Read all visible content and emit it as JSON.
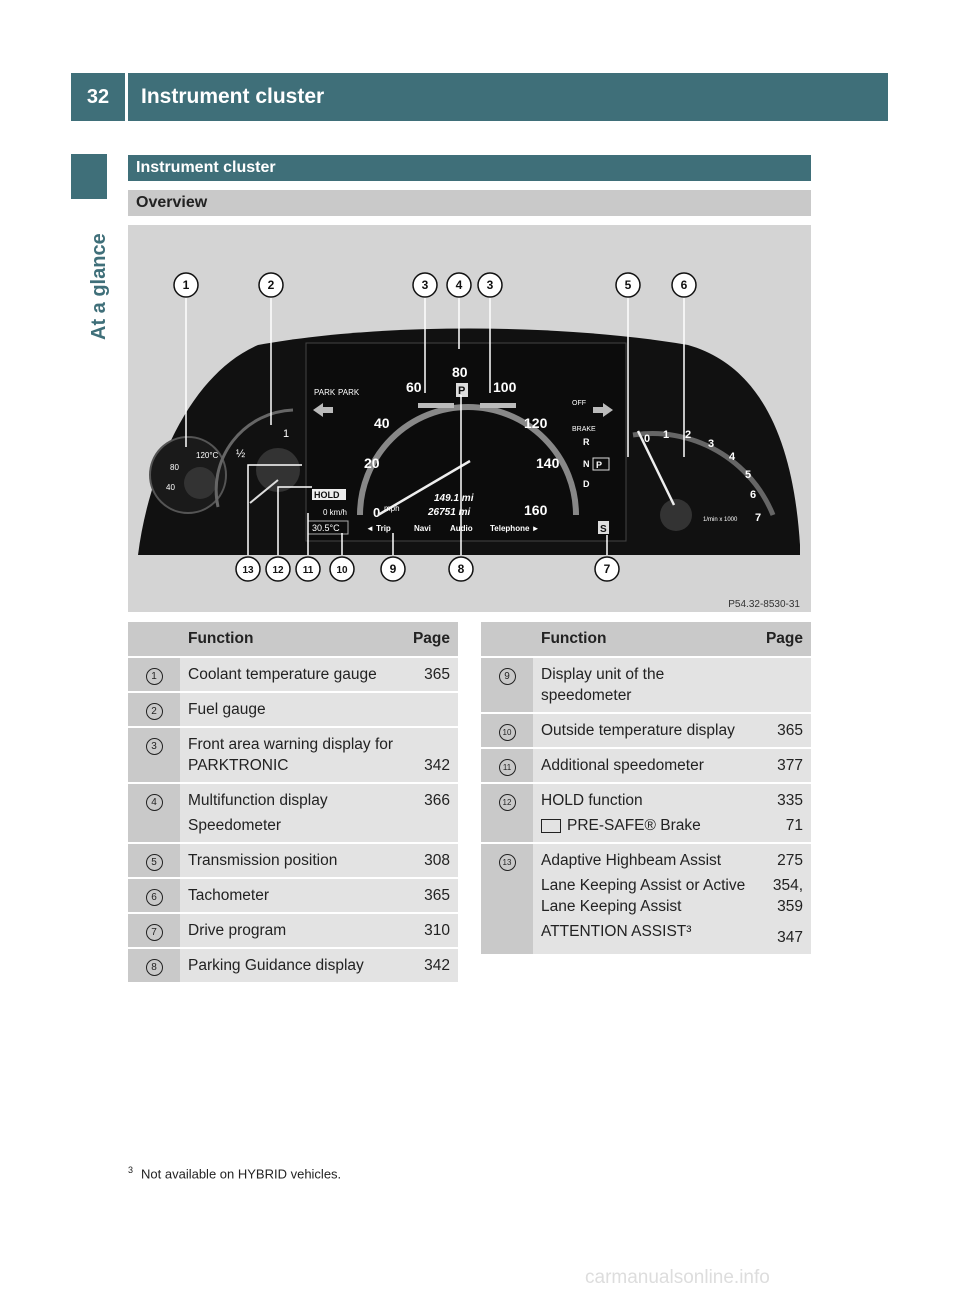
{
  "header": {
    "page_number": "32",
    "title": "Instrument cluster"
  },
  "side_label": "At a glance",
  "section_title": "Instrument cluster",
  "subsection_title": "Overview",
  "figure": {
    "code": "P54.32-8530-31",
    "callouts": [
      "1",
      "2",
      "3",
      "4",
      "3",
      "5",
      "6",
      "13",
      "12",
      "11",
      "10",
      "9",
      "8",
      "7"
    ],
    "gauge_labels": {
      "coolant_hot": "120°C",
      "coolant_mid": "80",
      "coolant_low": "40",
      "fuel_full": "1",
      "fuel_half": "½",
      "speed_marks": [
        "20",
        "40",
        "60",
        "80",
        "100",
        "120",
        "140",
        "160"
      ],
      "mph": "mph",
      "kmh": "0 km/h",
      "temp": "30.5°C",
      "hold": "HOLD",
      "trip1": "149.1 mi",
      "trip2": "26751 mi",
      "menu": [
        "◄ Trip",
        "Navi",
        "Audio",
        "Telephone ►"
      ],
      "park_left": "PARK",
      "park_right": "PARK",
      "off": "OFF",
      "brake": "BRAKE",
      "gears": [
        "R",
        "N",
        "D"
      ],
      "gear_p": "P",
      "tach_marks": [
        "0",
        "1",
        "2",
        "3",
        "4",
        "5",
        "6",
        "7"
      ],
      "tach_unit": "1/min x 1000",
      "drive_prog": "S"
    }
  },
  "table_headers": {
    "function": "Function",
    "page": "Page"
  },
  "left_rows": [
    {
      "num": "1",
      "lines": [
        "Coolant temperature gauge"
      ],
      "page": "365"
    },
    {
      "num": "2",
      "lines": [
        "Fuel gauge"
      ],
      "page": ""
    },
    {
      "num": "3",
      "lines": [
        "Front area warning display for PARKTRONIC"
      ],
      "page": "342"
    },
    {
      "num": "4",
      "lines": [
        "Multifunction display",
        "Speedometer"
      ],
      "page": "366"
    },
    {
      "num": "5",
      "lines": [
        "Transmission position"
      ],
      "page": "308"
    },
    {
      "num": "6",
      "lines": [
        "Tachometer"
      ],
      "page": "365"
    },
    {
      "num": "7",
      "lines": [
        "Drive program"
      ],
      "page": "310"
    },
    {
      "num": "8",
      "lines": [
        "Parking Guidance display"
      ],
      "page": "342"
    }
  ],
  "right_rows": [
    {
      "num": "9",
      "lines": [
        "Display unit of the speedometer"
      ],
      "page": ""
    },
    {
      "num": "10",
      "lines": [
        "Outside temperature display"
      ],
      "page": "365"
    },
    {
      "num": "11",
      "lines": [
        "Additional speedometer"
      ],
      "page": "377"
    },
    {
      "num": "12",
      "lines": [
        "HOLD function",
        "PRE-SAFE® Brake"
      ],
      "pages": [
        "335",
        "71"
      ]
    },
    {
      "num": "13",
      "lines": [
        "Adaptive Highbeam Assist",
        "Lane Keeping Assist or Active Lane Keeping Assist",
        "ATTENTION ASSIST³"
      ],
      "pages": [
        "275",
        "354, 359",
        "347"
      ]
    }
  ],
  "footnote": {
    "mark": "3",
    "text": "Not available on HYBRID vehicles."
  },
  "watermark": "carmanualsonline.info"
}
